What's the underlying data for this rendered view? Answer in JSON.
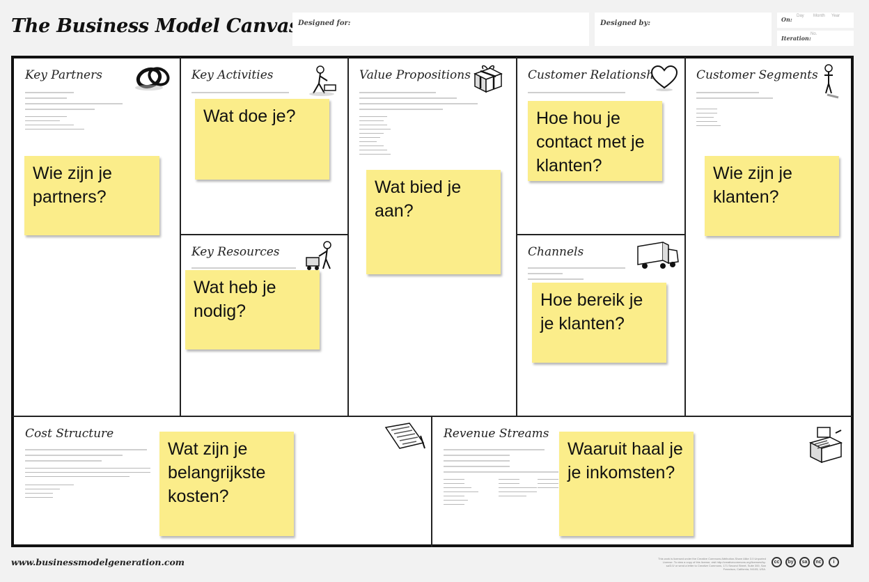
{
  "header": {
    "title": "The Business Model Canvas",
    "designed_for_label": "Designed for:",
    "designed_by_label": "Designed by:",
    "on_label": "On:",
    "iteration_label": "Iteration:",
    "day_label": "Day",
    "month_label": "Month",
    "year_label": "Year",
    "no_label": "No."
  },
  "blocks": {
    "key_partners": "Key Partners",
    "key_activities": "Key Activities",
    "value_propositions": "Value Propositions",
    "customer_relationships": "Customer Relationships",
    "customer_segments": "Customer Segments",
    "key_resources": "Key Resources",
    "channels": "Channels",
    "cost_structure": "Cost Structure",
    "revenue_streams": "Revenue Streams"
  },
  "stickies": {
    "partners": "Wie zijn je partners?",
    "activities": "Wat doe je?",
    "value": "Wat bied je aan?",
    "relationships": "Hoe hou je contact met je klanten?",
    "segments": "Wie zijn je klanten?",
    "resources": "Wat heb je nodig?",
    "channels": "Hoe bereik je je klanten?",
    "cost": "Wat zijn je belangrijkste kosten?",
    "revenue": "Waaruit haal je je inkomsten?"
  },
  "footer": {
    "url": "www.businessmodelgeneration.com",
    "license": "This work is licensed under the Creative Commons Attribution-Share Alike 3.0 Unported License. To view a copy of this license, visit http://creativecommons.org/licenses/by-sa/3.0/ or send a letter to Creative Commons, 171 Second Street, Suite 300, San Francisco, California, 94105, USA.",
    "cc_icons": [
      "cc",
      "by",
      "sa",
      "nc",
      "i"
    ]
  },
  "colors": {
    "sticky": "#fbed8a",
    "frame": "#111111",
    "background": "#f2f2f2"
  },
  "icons": [
    "rings-icon",
    "worker-icon",
    "gift-icon",
    "heart-icon",
    "person-icon",
    "worker-cart-icon",
    "truck-icon",
    "receipt-icon",
    "cash-register-icon"
  ]
}
